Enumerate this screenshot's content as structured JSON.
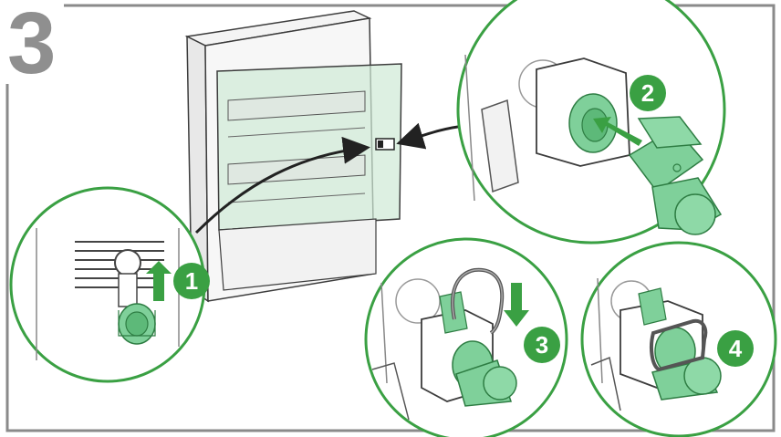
{
  "step_number": "3",
  "badges": [
    "1",
    "2",
    "3",
    "4"
  ],
  "colors": {
    "accent_green": "#3aa043",
    "light_green": "#7fd09a",
    "mid_green": "#5db979",
    "dark_green": "#2e7d43",
    "frame_gray": "#8a8a8a",
    "outline": "#3c3c3c",
    "glass_green": "#cfe9d5"
  }
}
